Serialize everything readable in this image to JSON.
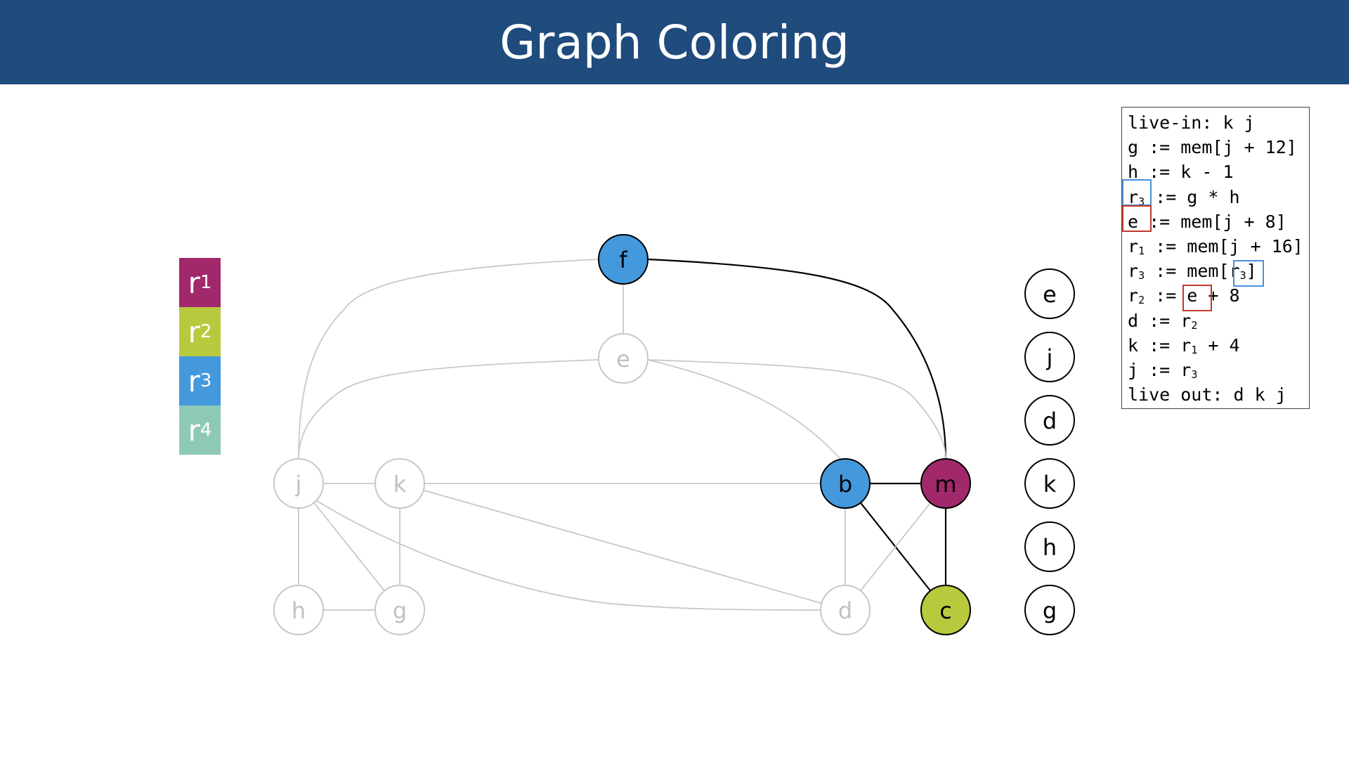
{
  "title": "Graph Coloring",
  "registers": [
    {
      "base": "r",
      "sub": "1",
      "color": "#a1286a"
    },
    {
      "base": "r",
      "sub": "2",
      "color": "#b9c93e"
    },
    {
      "base": "r",
      "sub": "3",
      "color": "#4499dd"
    },
    {
      "base": "r",
      "sub": "4",
      "color": "#8ec9b8"
    }
  ],
  "graph": {
    "nodes": [
      {
        "id": "f",
        "label": "f",
        "fill": "#4499dd",
        "state": "colored"
      },
      {
        "id": "e",
        "label": "e",
        "fill": "#ffffff",
        "state": "removed"
      },
      {
        "id": "j",
        "label": "j",
        "fill": "#ffffff",
        "state": "removed"
      },
      {
        "id": "k",
        "label": "k",
        "fill": "#ffffff",
        "state": "removed"
      },
      {
        "id": "b",
        "label": "b",
        "fill": "#4499dd",
        "state": "colored"
      },
      {
        "id": "m",
        "label": "m",
        "fill": "#a1286a",
        "state": "colored"
      },
      {
        "id": "h",
        "label": "h",
        "fill": "#ffffff",
        "state": "removed"
      },
      {
        "id": "g",
        "label": "g",
        "fill": "#ffffff",
        "state": "removed"
      },
      {
        "id": "d",
        "label": "d",
        "fill": "#ffffff",
        "state": "removed"
      },
      {
        "id": "c",
        "label": "c",
        "fill": "#b9c93e",
        "state": "colored"
      }
    ],
    "edges": [
      {
        "from": "f",
        "to": "j",
        "active": false
      },
      {
        "from": "f",
        "to": "e",
        "active": false
      },
      {
        "from": "f",
        "to": "m",
        "active": true
      },
      {
        "from": "e",
        "to": "j",
        "active": false
      },
      {
        "from": "e",
        "to": "b",
        "active": false
      },
      {
        "from": "e",
        "to": "m",
        "active": false
      },
      {
        "from": "j",
        "to": "k",
        "active": false
      },
      {
        "from": "j",
        "to": "h",
        "active": false
      },
      {
        "from": "j",
        "to": "g",
        "active": false
      },
      {
        "from": "j",
        "to": "d",
        "active": false
      },
      {
        "from": "k",
        "to": "b",
        "active": false
      },
      {
        "from": "k",
        "to": "d",
        "active": false
      },
      {
        "from": "k",
        "to": "g",
        "active": false
      },
      {
        "from": "h",
        "to": "g",
        "active": false
      },
      {
        "from": "b",
        "to": "m",
        "active": true
      },
      {
        "from": "b",
        "to": "c",
        "active": true
      },
      {
        "from": "b",
        "to": "d",
        "active": false
      },
      {
        "from": "m",
        "to": "c",
        "active": true
      },
      {
        "from": "m",
        "to": "d",
        "active": false
      }
    ]
  },
  "stack": [
    "e",
    "j",
    "d",
    "k",
    "h",
    "g"
  ],
  "code": {
    "lines": [
      [
        {
          "t": "live-in: k j"
        }
      ],
      [
        {
          "t": "g := mem[j + 12]"
        }
      ],
      [
        {
          "t": "h := k - 1"
        }
      ],
      [
        {
          "t": "r"
        },
        {
          "s": "3"
        },
        {
          "t": " := g * h"
        }
      ],
      [
        {
          "t": "e := mem[j + 8]"
        }
      ],
      [
        {
          "t": "r"
        },
        {
          "s": "1"
        },
        {
          "t": " := mem[j + 16]"
        }
      ],
      [
        {
          "t": "r"
        },
        {
          "s": "3"
        },
        {
          "t": " := mem["
        },
        {
          "t": "r"
        },
        {
          "s": "3"
        },
        {
          "t": "]"
        }
      ],
      [
        {
          "t": "r"
        },
        {
          "s": "2"
        },
        {
          "t": " := e + 8"
        }
      ],
      [
        {
          "t": "d := r"
        },
        {
          "s": "2"
        }
      ],
      [
        {
          "t": "k := r"
        },
        {
          "s": "1"
        },
        {
          "t": " + 4"
        }
      ],
      [
        {
          "t": "j := r"
        },
        {
          "s": "3"
        }
      ],
      [
        {
          "t": "live out: d k j"
        }
      ]
    ],
    "highlights": [
      {
        "line": 3,
        "target": "r3 def",
        "color": "#4a90d9"
      },
      {
        "line": 4,
        "target": "e def",
        "color": "#c0392b"
      },
      {
        "line": 6,
        "target": "r3 use",
        "color": "#4a90d9"
      },
      {
        "line": 7,
        "target": "e use",
        "color": "#c0392b"
      }
    ]
  },
  "colors": {
    "title_bar": "#1f4b7d",
    "removed_stroke": "#c8c8c8",
    "removed_text": "#c0c0c0",
    "active_stroke": "#000000"
  }
}
